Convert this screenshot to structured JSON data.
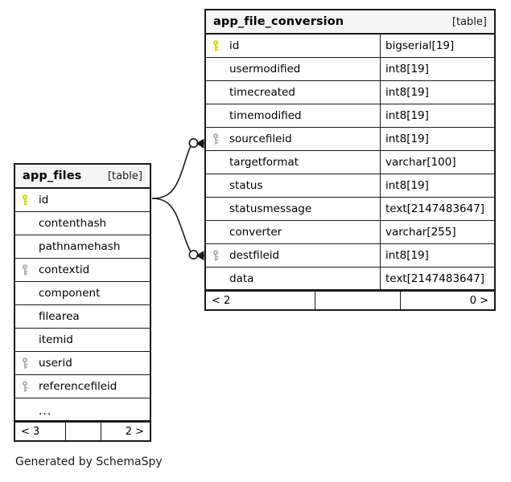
{
  "diagram": {
    "type": "entity-relationship",
    "caption": "Generated by SchemaSpy",
    "table_tag": "[table]",
    "colors": {
      "primary_key_icon": "#d6d600",
      "foreign_key_icon": "#b0b0b0",
      "border": "#1a1a1a",
      "header_background": "#f5f5f5",
      "background": "#ffffff"
    }
  },
  "tables": {
    "app_file_conversion": {
      "name": "app_file_conversion",
      "tag": "[table]",
      "columns": [
        {
          "key": "primary",
          "name": "id",
          "type": "bigserial[19]"
        },
        {
          "key": "none",
          "name": "usermodified",
          "type": "int8[19]"
        },
        {
          "key": "none",
          "name": "timecreated",
          "type": "int8[19]"
        },
        {
          "key": "none",
          "name": "timemodified",
          "type": "int8[19]"
        },
        {
          "key": "foreign",
          "name": "sourcefileid",
          "type": "int8[19]"
        },
        {
          "key": "none",
          "name": "targetformat",
          "type": "varchar[100]"
        },
        {
          "key": "none",
          "name": "status",
          "type": "int8[19]"
        },
        {
          "key": "none",
          "name": "statusmessage",
          "type": "text[2147483647]"
        },
        {
          "key": "none",
          "name": "converter",
          "type": "varchar[255]"
        },
        {
          "key": "foreign",
          "name": "destfileid",
          "type": "int8[19]"
        },
        {
          "key": "none",
          "name": "data",
          "type": "text[2147483647]"
        }
      ],
      "footer": {
        "left": "< 2",
        "middle": "",
        "right": "0 >"
      }
    },
    "app_files": {
      "name": "app_files",
      "tag": "[table]",
      "columns": [
        {
          "key": "primary",
          "name": "id"
        },
        {
          "key": "none",
          "name": "contenthash"
        },
        {
          "key": "none",
          "name": "pathnamehash"
        },
        {
          "key": "foreign",
          "name": "contextid"
        },
        {
          "key": "none",
          "name": "component"
        },
        {
          "key": "none",
          "name": "filearea"
        },
        {
          "key": "none",
          "name": "itemid"
        },
        {
          "key": "foreign",
          "name": "userid"
        },
        {
          "key": "foreign",
          "name": "referencefileid"
        },
        {
          "key": "none",
          "name": "..."
        }
      ],
      "footer": {
        "left": "< 3",
        "middle": "",
        "right": "2 >"
      }
    }
  },
  "relationships": [
    {
      "from_table": "app_files",
      "from_column": "id",
      "to_table": "app_file_conversion",
      "to_column": "sourcefileid",
      "from_cardinality": "zero-or-more",
      "to_cardinality": "one"
    },
    {
      "from_table": "app_files",
      "from_column": "id",
      "to_table": "app_file_conversion",
      "to_column": "destfileid",
      "from_cardinality": "zero-or-more",
      "to_cardinality": "one"
    }
  ]
}
